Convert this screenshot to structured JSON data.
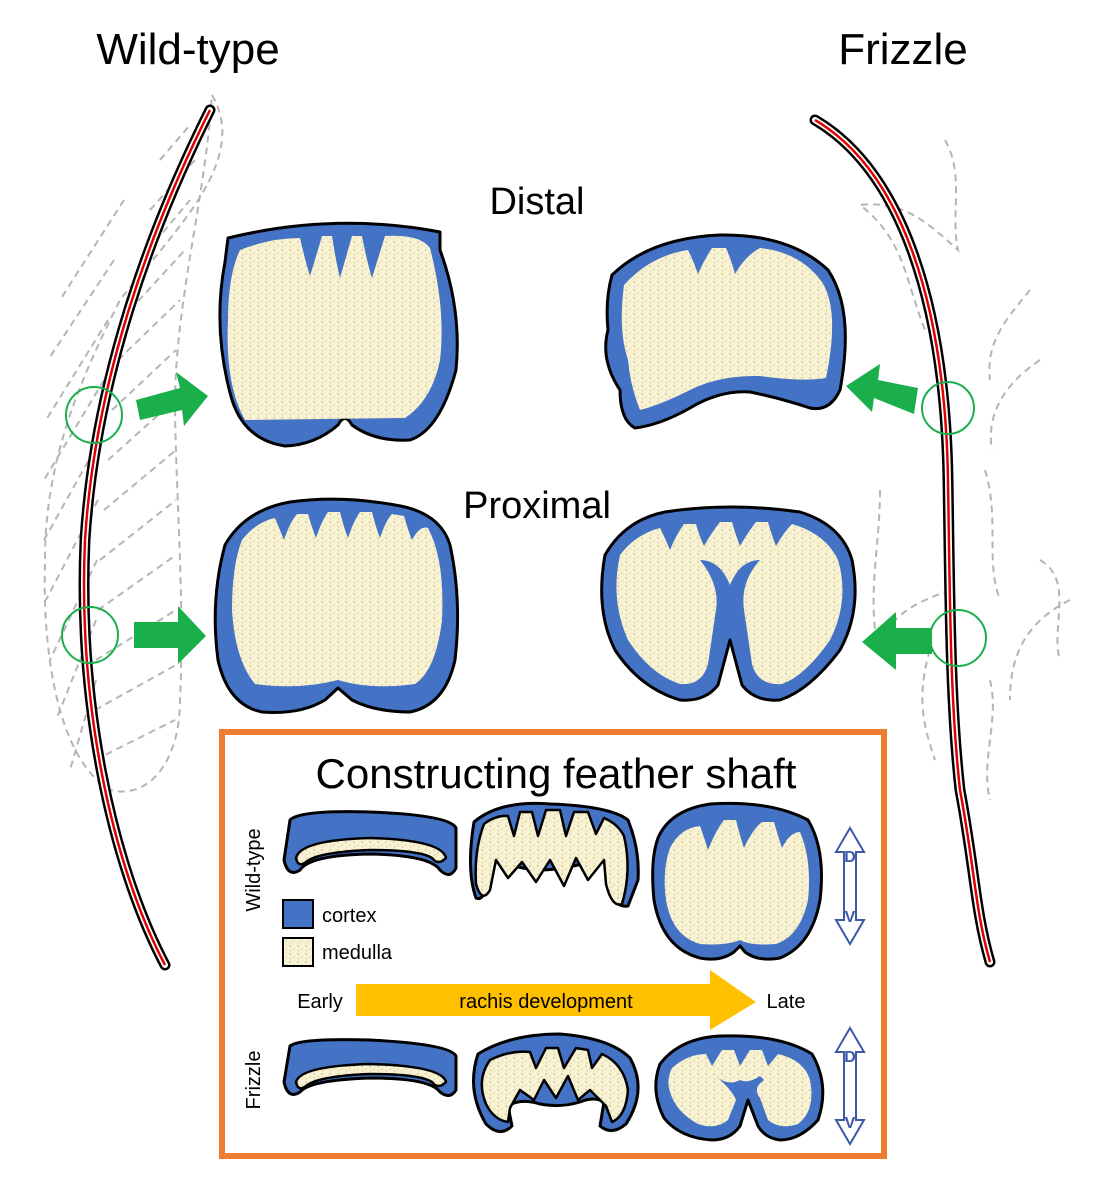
{
  "labels": {
    "wild_type": "Wild-type",
    "frizzle": "Frizzle",
    "distal": "Distal",
    "proximal": "Proximal"
  },
  "inset": {
    "title": "Constructing feather shaft",
    "row_wild_type": "Wild-type",
    "row_frizzle": "Frizzle",
    "legend": [
      {
        "label": "cortex",
        "color": "#4472c4"
      },
      {
        "label": "medulla",
        "color": "#f5f0d2"
      }
    ],
    "timeline": {
      "early": "Early",
      "label": "rachis development",
      "late": "Late",
      "color": "#ffc000"
    },
    "axis": {
      "dorsal": "D",
      "ventral": "V"
    }
  },
  "colors": {
    "cortex": "#4472c4",
    "medulla": "#f5f0d2",
    "shaft_core": "#e00000",
    "arrow": "#1aaf4b",
    "inset_border": "#ed7d31",
    "vane": "#b5b5b5"
  }
}
